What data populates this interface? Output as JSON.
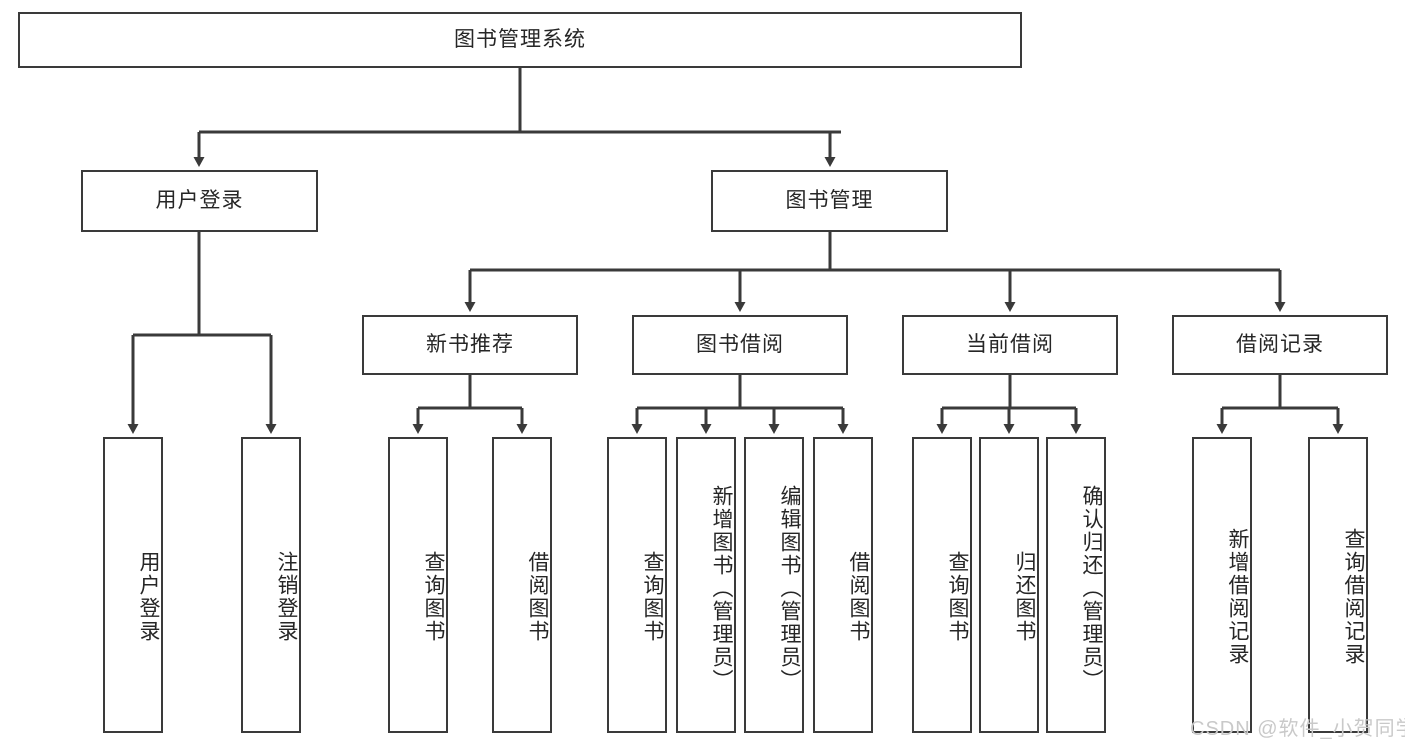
{
  "diagram": {
    "type": "tree-hierarchy-chart",
    "title": "图书管理系统",
    "orientation": "top-down",
    "colors": {
      "box_border": "#3a3a3a",
      "box_fill": "#ffffff",
      "connector": "#3a3a3a",
      "text": "#262626",
      "watermark": "#c9c9c9",
      "background": "#ffffff"
    },
    "root": {
      "label": "图书管理系统"
    },
    "level2": [
      {
        "id": "user-login",
        "label": "用户登录"
      },
      {
        "id": "book-management",
        "label": "图书管理"
      }
    ],
    "level3": [
      {
        "id": "new-book-recommend",
        "label": "新书推荐",
        "parent": "book-management"
      },
      {
        "id": "book-borrow",
        "label": "图书借阅",
        "parent": "book-management"
      },
      {
        "id": "current-borrow",
        "label": "当前借阅",
        "parent": "book-management"
      },
      {
        "id": "borrow-record",
        "label": "借阅记录",
        "parent": "book-management"
      }
    ],
    "leaves": {
      "user_login": [
        {
          "id": "leaf-user-login",
          "label": "用户登录"
        },
        {
          "id": "leaf-user-logout",
          "label": "注销登录"
        }
      ],
      "new_book_recommend": [
        {
          "id": "leaf-query-book-1",
          "label": "查询图书"
        },
        {
          "id": "leaf-borrow-book-1",
          "label": "借阅图书"
        }
      ],
      "book_borrow": [
        {
          "id": "leaf-query-book-2",
          "label": "查询图书"
        },
        {
          "id": "leaf-add-book",
          "label": "新增图书（管理员）"
        },
        {
          "id": "leaf-edit-book",
          "label": "编辑图书（管理员）"
        },
        {
          "id": "leaf-borrow-book-2",
          "label": "借阅图书"
        }
      ],
      "current_borrow": [
        {
          "id": "leaf-query-book-3",
          "label": "查询图书"
        },
        {
          "id": "leaf-return-book",
          "label": "归还图书"
        },
        {
          "id": "leaf-confirm-return",
          "label": "确认归还（管理员）"
        }
      ],
      "borrow_record": [
        {
          "id": "leaf-add-record",
          "label": "新增借阅记录"
        },
        {
          "id": "leaf-query-record",
          "label": "查询借阅记录"
        }
      ]
    }
  },
  "watermark": {
    "text": "CSDN @软件_小贺同学"
  }
}
